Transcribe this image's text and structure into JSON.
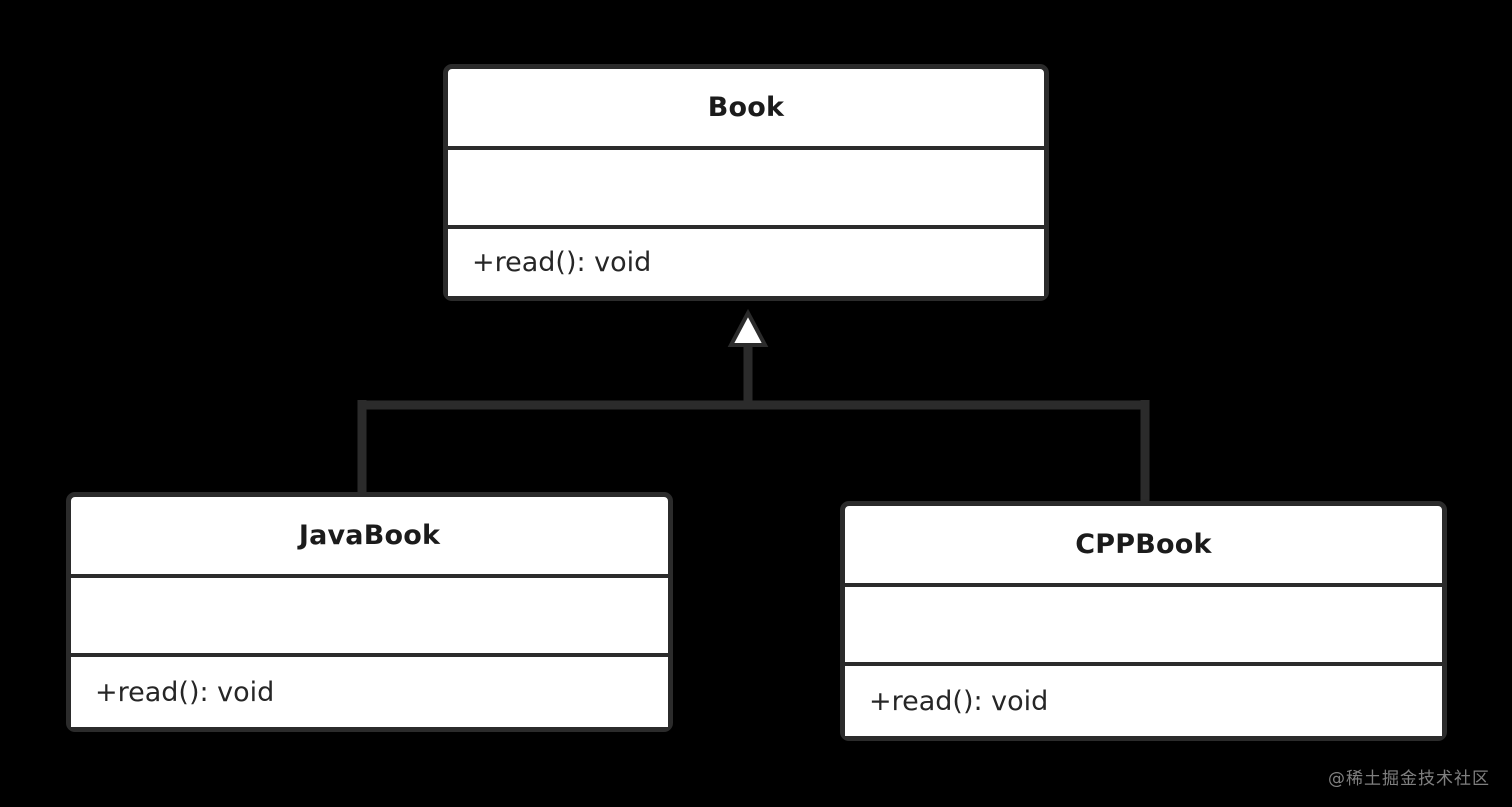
{
  "diagram": {
    "type": "uml-class-diagram",
    "background_color": "#000000",
    "box_fill_color": "#ffffff",
    "box_border_color": "#2b2b2b",
    "connector_color": "#2b2b2b",
    "arrow_fill_color": "#ffffff",
    "relationship": "generalization",
    "classes": [
      {
        "id": "book",
        "name": "Book",
        "attributes": [],
        "methods": [
          "+read(): void"
        ]
      },
      {
        "id": "javabook",
        "name": "JavaBook",
        "attributes": [],
        "methods": [
          "+read(): void"
        ]
      },
      {
        "id": "cppbook",
        "name": "CPPBook",
        "attributes": [],
        "methods": [
          "+read(): void"
        ]
      }
    ],
    "edges": [
      {
        "from": "JavaBook",
        "to": "Book",
        "kind": "inheritance"
      },
      {
        "from": "CPPBook",
        "to": "Book",
        "kind": "inheritance"
      }
    ]
  },
  "watermark": {
    "text": "@稀土掘金技术社区"
  }
}
